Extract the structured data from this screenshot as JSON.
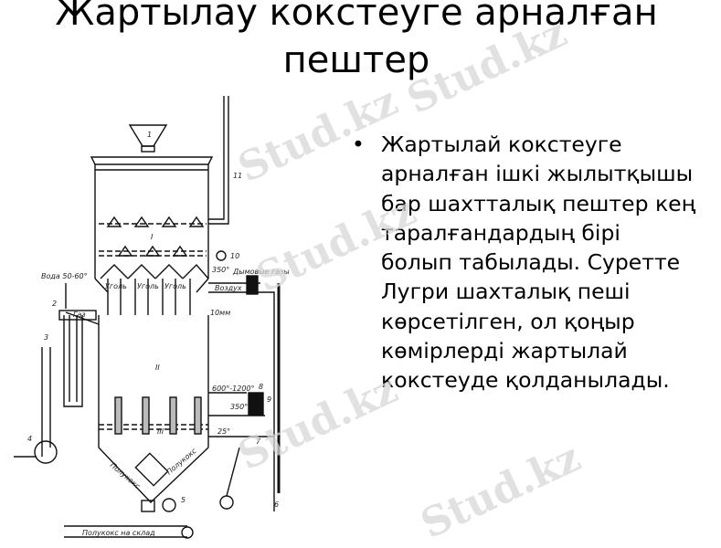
{
  "slide": {
    "title_lines": [
      "Жартылау кокстеуге арналған",
      "пештер"
    ],
    "bullet_symbol": "•",
    "bullet_lines": [
      "Жартылай кокстеуге",
      "арналған ішкі жылытқышы",
      "бар шахтталық пештер кең",
      "таралғандардың бірі",
      "болып табылады. Суретте",
      "Лугри шахталық пеші",
      "көрсетілген, ол қоңыр",
      "көмірлерді жартылай",
      "кокстеуде қолданылады."
    ]
  },
  "diagram": {
    "labels": {
      "water": "Вода 50-60°",
      "gas": "Газ",
      "flue_gas": "Дымовые газы",
      "air": "Воздух",
      "t350": "350°",
      "t600": "600°-1200°",
      "t350b": "350°",
      "t25": "25°",
      "mm": "10мм",
      "coal": "Уголь",
      "zone2": "II",
      "zone1": "I",
      "zone3": "III",
      "semicoke": "Полукокс",
      "to_store": "Полукокс на склад",
      "n1": "1",
      "n2": "2",
      "n3": "3",
      "n4": "4",
      "n5": "5",
      "n6": "6",
      "n7": "7",
      "n8": "8",
      "n9": "9",
      "n10": "10",
      "n11": "11"
    }
  },
  "watermark": "Stud.kz"
}
